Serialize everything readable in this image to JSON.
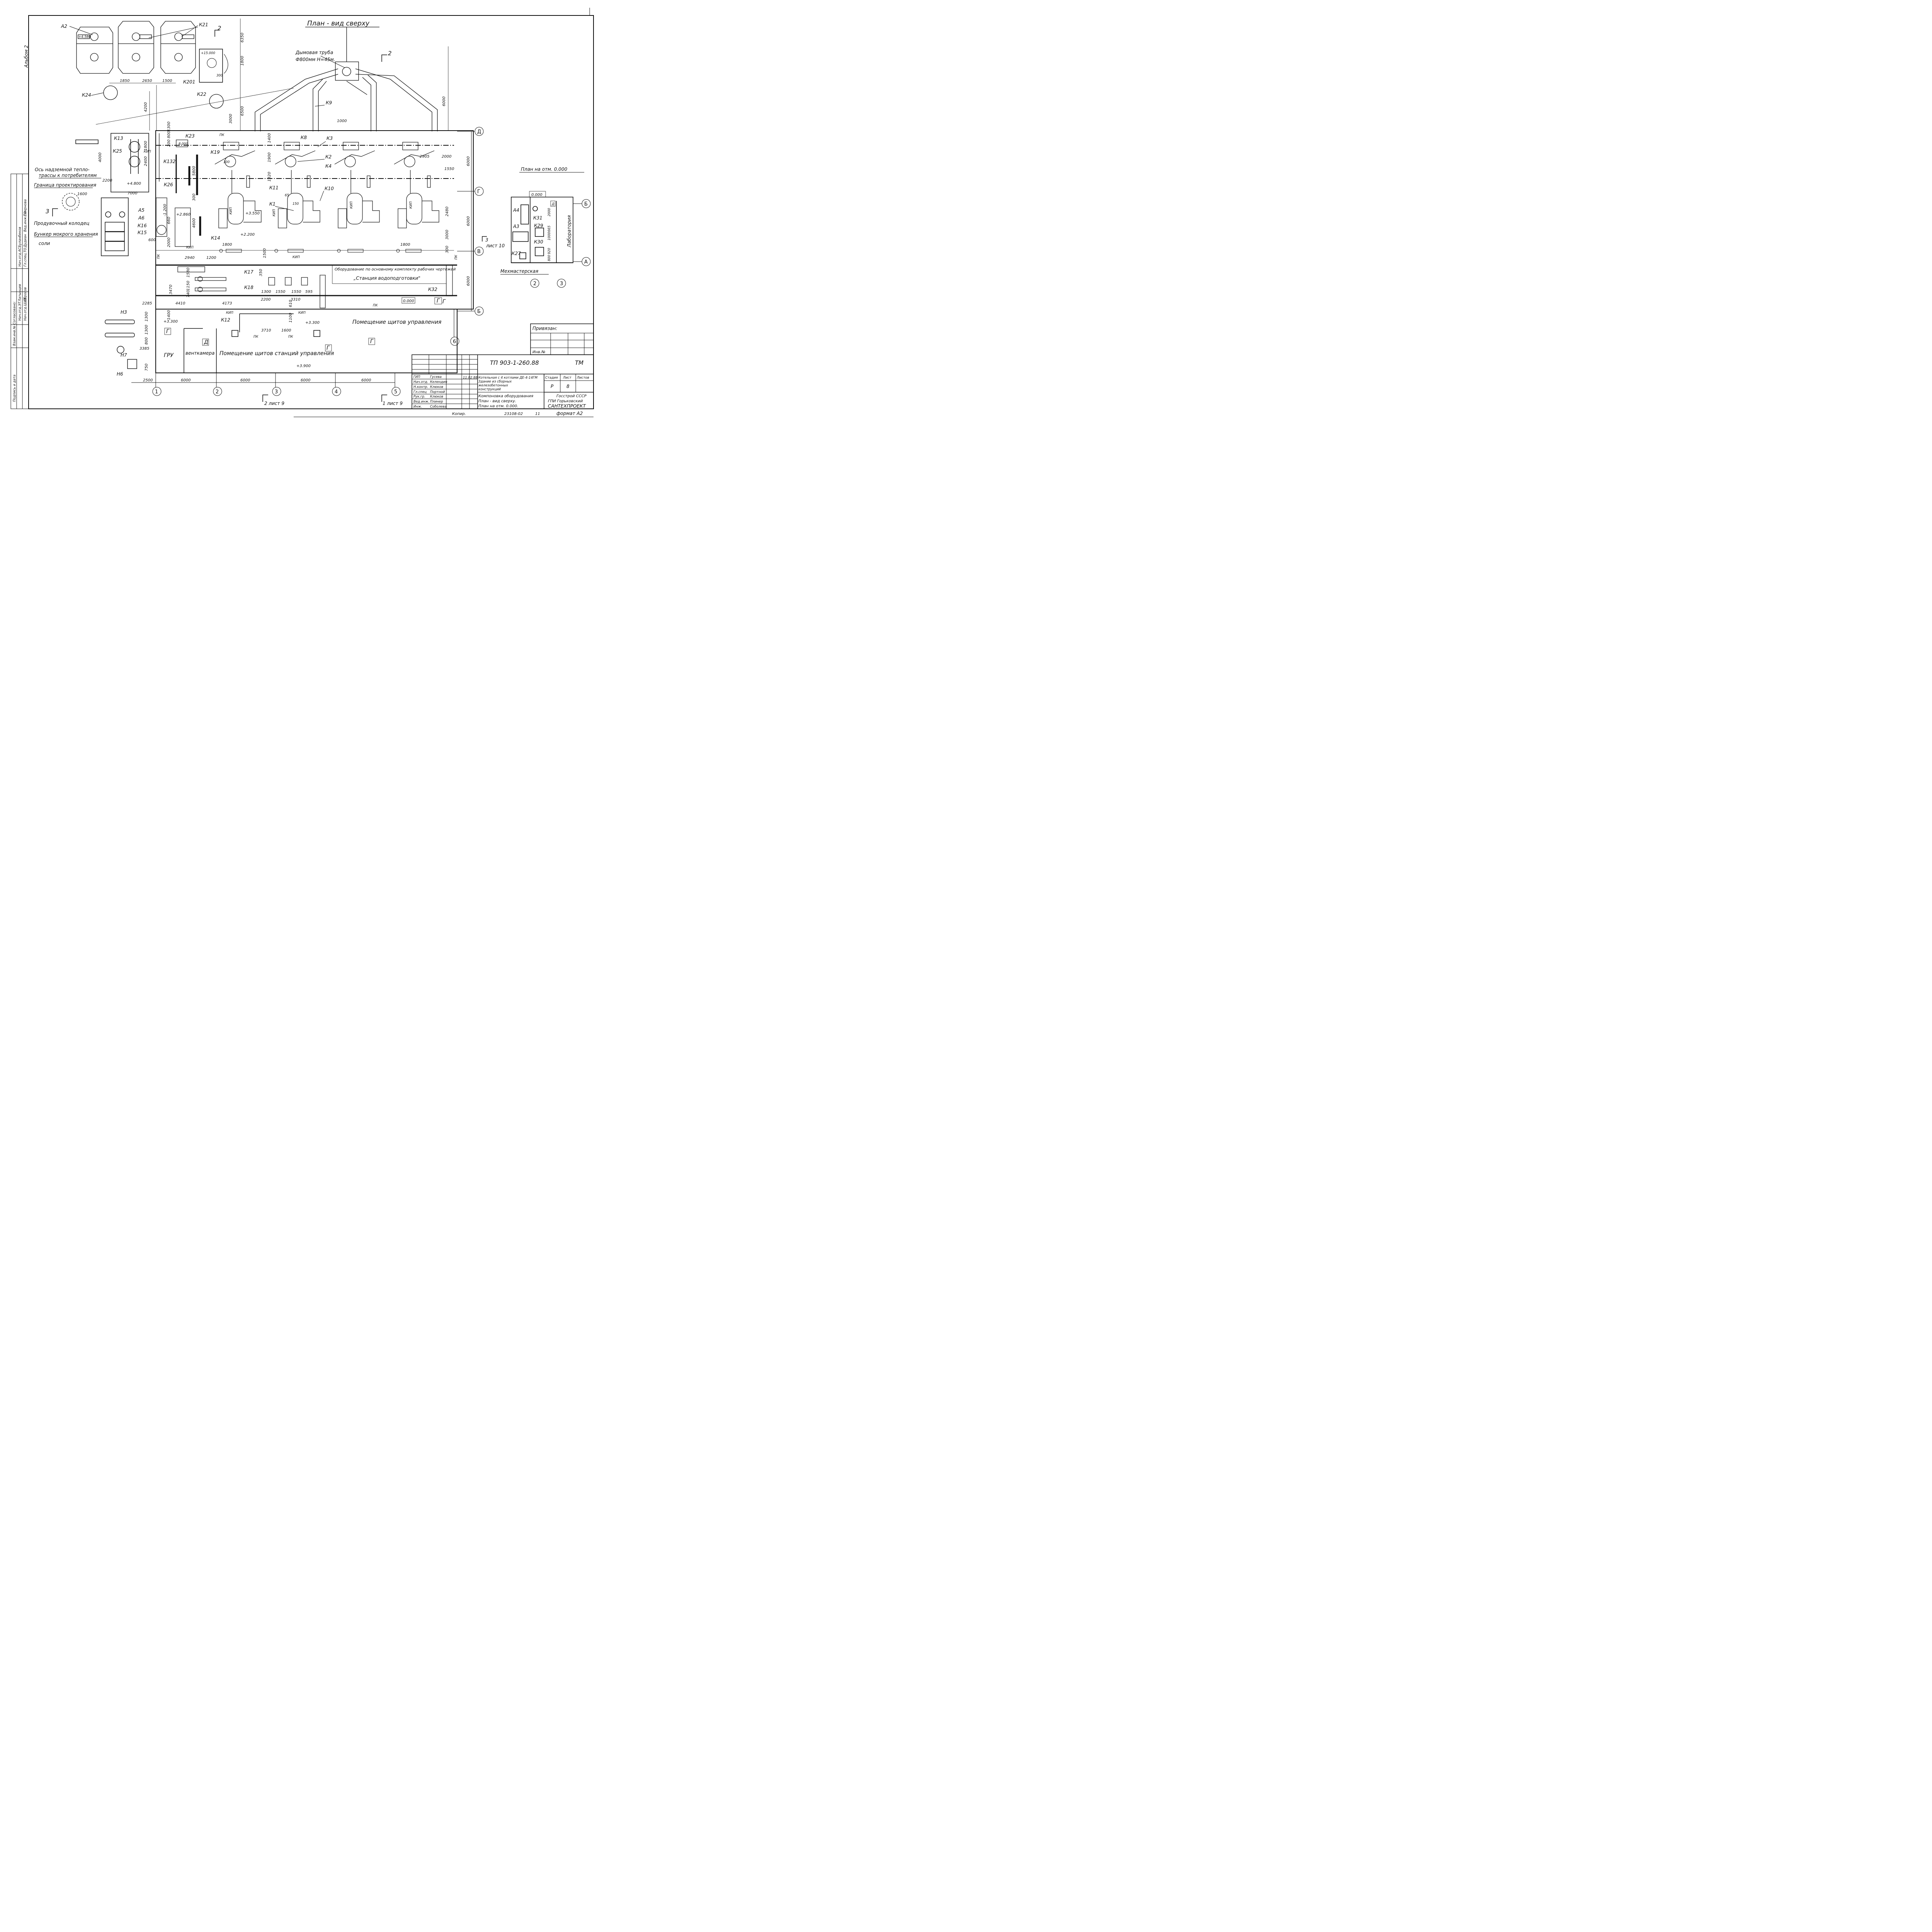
{
  "drawing": {
    "title_top": "План - вид сверху",
    "title_right": "План на отм. 0.000",
    "album": "Альбом 2"
  },
  "chimney": {
    "label1": "Дымовая труба",
    "label2": "Ф800мм Н=45м."
  },
  "notes": {
    "heat_route": "Ось надземной тепло-",
    "heat_route2": "трассы к потребителям",
    "design_border": "Граница проектирования",
    "purge_well": "Продувочный колодец",
    "salt_bunker": "Бункер мокрого хранения",
    "salt_bunker2": "соли",
    "equipment_note": "Оборудование по основному комплекту рабочих чертежей",
    "station_note": "„Станция водоподготовки\"",
    "control_room": "Помещение щитов управления",
    "station_room": "Помещение щитов станций управления",
    "gru": "ГРУ",
    "vent": "венткамера",
    "workshop": "Мехмастерская",
    "lab": "Лаборатория"
  },
  "marks": {
    "A2": "А2",
    "K21": "К21",
    "K201": "К201",
    "K24": "К24",
    "K22": "К22",
    "K9": "К9",
    "K13": "К13",
    "K25": "К25",
    "K23": "К23",
    "K132": "К132",
    "K19": "К19",
    "K8": "К8",
    "K3": "К3",
    "K2": "К2",
    "K4": "К4",
    "K26": "К26",
    "K11": "К11",
    "K1": "К1",
    "K10": "К10",
    "A5": "А5",
    "A6": "А6",
    "K16": "К16",
    "K15": "К15",
    "K14": "К14",
    "K17": "К17",
    "K18": "К18",
    "K32": "К32",
    "K12": "К12",
    "H3": "Н3",
    "H7": "Н7",
    "H6": "Н6",
    "A4": "А4",
    "K31": "К31",
    "A3": "А3",
    "K29": "К29",
    "K30": "К30",
    "K27": "К27",
    "PK": "ПК",
    "KIP": "КИП",
    "G": "Г",
    "D": "Д",
    "SEC2": "2",
    "SEC3": "3"
  },
  "elevations": {
    "e1": "+15.000",
    "e2": "+4.800",
    "e3": "+2.860",
    "e4": "+3.550",
    "e5": "+2.200",
    "e6": "-1.200",
    "e7": "0.000",
    "e8": "+3.300",
    "e9": "+3.300",
    "e10": "+3.900",
    "e11": "0.000",
    "e12": "+4.580",
    "e13": "8.000"
  },
  "dims": {
    "d6350": "6350",
    "d1800": "1800",
    "d6500": "6500",
    "d3000": "3000",
    "d6000a": "6000",
    "d1850": "1850",
    "d2650": "2650",
    "d1500": "1500",
    "d4200": "4200",
    "d1000": "1000",
    "d4000": "4000",
    "d2200": "2200",
    "d7000": "7000",
    "d1600": "1600",
    "d2400": "2400",
    "d1800b": "1800",
    "d200": "200",
    "d800": "800",
    "d1300": "1300",
    "d5800": "5800",
    "d1400": "1400",
    "d1900": "1900",
    "d1320": "1320",
    "d2905": "2905",
    "d2000": "2000",
    "d1550": "1550",
    "d2480": "2480",
    "d3000b": "3000",
    "d300": "300",
    "d4600": "4600",
    "d2940": "2940",
    "d1200": "1200",
    "d1800c": "1800",
    "d1800d": "1800",
    "d1500b": "1500",
    "d350": "350",
    "d1300b": "1300",
    "d1550b": "1550",
    "d1550c": "1550",
    "d595": "595",
    "d2200b": "2200",
    "d3310": "3310",
    "d3470": "3470",
    "d1580": "1580",
    "d1150": "1150",
    "d740": "740",
    "d2285": "2285",
    "d4410": "4410",
    "d4173": "4173",
    "d1400b": "1400",
    "d1300c": "1300",
    "d1300d": "1300",
    "d800b": "800",
    "d3385": "3385",
    "d750": "750",
    "d3710": "3710",
    "d1600b": "1600",
    "d1100": "1100",
    "d610": "610",
    "d2500": "2500",
    "d6000b": "6000",
    "d6000c": "6000",
    "d6000d": "6000",
    "d6000e": "6000",
    "d6000f": "6000",
    "d6000g": "6000",
    "d6000h": "6000",
    "d600": "600",
    "d2000b": "2000",
    "d660": "660",
    "d150": "150",
    "d100": "100",
    "d65": "65",
    "d2000c": "2000",
    "d1000b": "1000",
    "d665": "665",
    "d800c": "800",
    "d920": "920"
  },
  "axes": {
    "c1": "1",
    "c2": "2",
    "c3": "3",
    "c4": "4",
    "c5": "5",
    "c6": "6",
    "rD": "Д",
    "rG": "Г",
    "rV": "В",
    "rB": "Б",
    "rA": "А"
  },
  "sections": {
    "s2top": "2",
    "s2mid": "2",
    "s3": "3",
    "s3right": "3",
    "s3sheet": "лист 10",
    "s2bot": "2 лист 9",
    "s1bot": "1 лист 9"
  },
  "stamp": {
    "code": "ТП 903-1-260.88",
    "mark": "ТМ",
    "bound": "Привязан:",
    "inv": "Инв.№",
    "desc1": "Котельная с 4 котлами ДЕ-4-14ГМ",
    "desc2": "Здание из сборных",
    "desc3": "железобетонных",
    "desc4": "конструкций",
    "stage_h": "Стадия",
    "sheet_h": "Лист",
    "sheets_h": "Листов",
    "stage": "Р",
    "sheet": "8",
    "sheets": "",
    "content1": "Компоновка оборудования",
    "content2": "План - вид сверху.",
    "content3": "План на отм. 0.000.",
    "org1": "Госстрой СССР",
    "org2": "ГПИ Горьковский",
    "org3": "САНТЕХПРОЕКТ",
    "copy": "Копир.",
    "number": "23108-02",
    "n11": "11",
    "format": "формат А2",
    "date": "11.02.88",
    "people": [
      {
        "role": "ГИП",
        "name": "Гусева"
      },
      {
        "role": "Нач.отд.",
        "name": "Келендин"
      },
      {
        "role": "Н.контр.",
        "name": "Клюков"
      },
      {
        "role": "Гл.спец",
        "name": "Портной"
      },
      {
        "role": "Рук.гр.",
        "name": "Клюков"
      },
      {
        "role": "Вед.инж.",
        "name": "Плинер"
      },
      {
        "role": "Инж.",
        "name": "Соболева"
      }
    ]
  },
  "agreed": {
    "title": "Согласовано:",
    "rows": [
      {
        "role": "Нач.отд.ЭТ",
        "name": "Латынцев"
      },
      {
        "role": "Нач.отд.ЦШВ",
        "name": "Сбросов"
      },
      {
        "role": "Нач.отд.ОВ",
        "name": "Усанин"
      },
      {
        "role": "Нач.отд.АС",
        "name": "Буланбеков"
      },
      {
        "role": "Гл.спец.ТО",
        "name": "Дудиан"
      },
      {
        "role": "Вед.инж.ТО",
        "name": "Смирнова"
      }
    ],
    "v1": "Взам.инв.№",
    "v2": "Подпись и дата",
    "v3": "Инв.№ подл."
  }
}
